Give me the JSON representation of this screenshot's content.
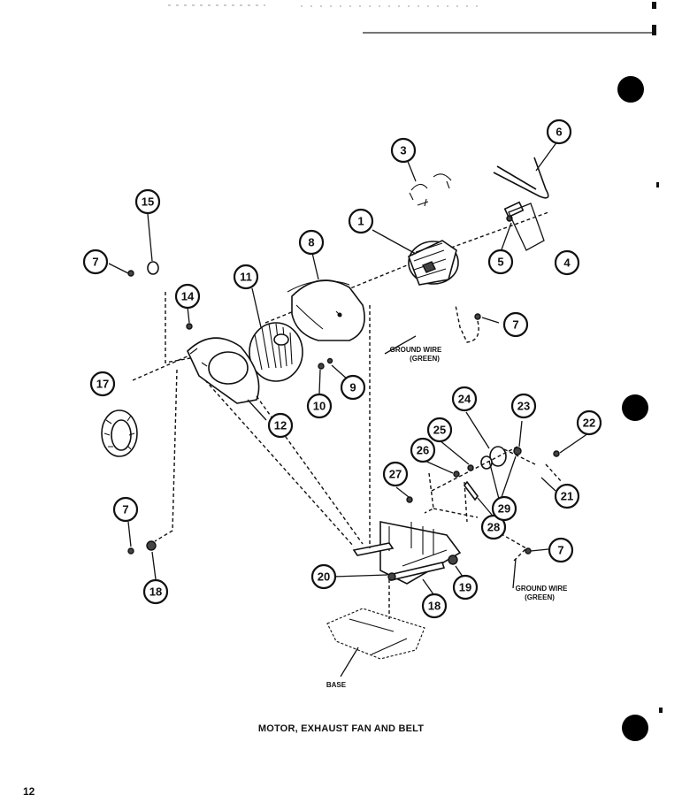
{
  "callouts": [
    "1",
    "3",
    "4",
    "5",
    "6",
    "7",
    "8",
    "9",
    "10",
    "11",
    "12",
    "14",
    "15",
    "17",
    "18",
    "19",
    "20",
    "21",
    "22",
    "23",
    "24",
    "25",
    "26",
    "27",
    "28",
    "29"
  ],
  "labels": {
    "ground_wire_1": "GROUND WIRE",
    "ground_wire_1_sub": "(GREEN)",
    "ground_wire_2": "GROUND WIRE",
    "ground_wire_2_sub": "(GREEN)",
    "base": "BASE"
  },
  "caption": "MOTOR, EXHAUST FAN AND BELT",
  "page_number": "12"
}
